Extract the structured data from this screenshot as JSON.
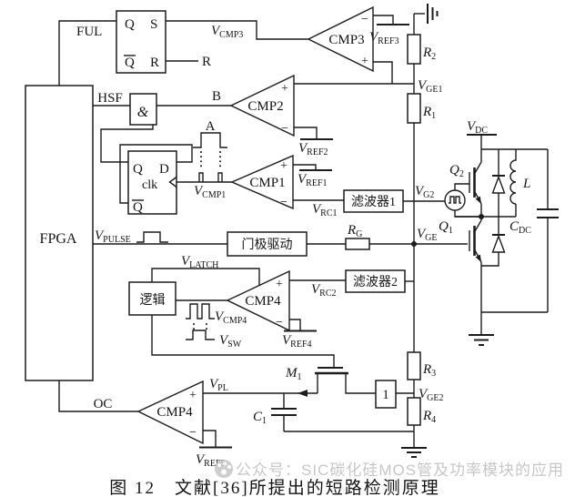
{
  "figure": {
    "caption": "图 12　文献[36]所提出的短路检测原理",
    "watermark": "公众号：SIC碳化硅MOS管及功率模块的应用",
    "line_color": "#1c1c1c",
    "watermark_color": "#bdbdbd"
  },
  "blocks": {
    "fpga": "FPGA",
    "ful_label": "FUL",
    "and_symbol": "&",
    "gate_drive": "门极驱动",
    "logic": "逻辑",
    "filter1": "滤波器1",
    "filter2": "滤波器2",
    "buffer": "1"
  },
  "pins": {
    "q": "Q",
    "s": "S",
    "qbar": "Q",
    "r": "R",
    "d": "D",
    "clk": "clk"
  },
  "comparators": {
    "cmp1": "CMP1",
    "cmp2": "CMP2",
    "cmp3": "CMP3",
    "cmp4": "CMP4",
    "plus": "+",
    "minus": "−"
  },
  "nets": {
    "hsf": "HSF",
    "b": "B",
    "a": "A",
    "r_reset": "R",
    "oc": "OC"
  },
  "signals": {
    "vcmp3": {
      "main": "V",
      "sub": "CMP3"
    },
    "vref3": {
      "main": "V",
      "sub": "REF3"
    },
    "vge1": {
      "main": "V",
      "sub": "GE1"
    },
    "vref2": {
      "main": "V",
      "sub": "REF2"
    },
    "vref1": {
      "main": "V",
      "sub": "REF1"
    },
    "vcmp1": {
      "main": "V",
      "sub": "CMP1"
    },
    "vrc1": {
      "main": "V",
      "sub": "RC1"
    },
    "vg2": {
      "main": "V",
      "sub": "G2"
    },
    "vpulse": {
      "main": "V",
      "sub": "PULSE"
    },
    "vlatch": {
      "main": "V",
      "sub": "LATCH"
    },
    "vrc2": {
      "main": "V",
      "sub": "RC2"
    },
    "vcmp4": {
      "main": "V",
      "sub": "CMP4"
    },
    "vsw": {
      "main": "V",
      "sub": "SW"
    },
    "vref4": {
      "main": "V",
      "sub": "REF4"
    },
    "vge": {
      "main": "V",
      "sub": "GE"
    },
    "vdc": {
      "main": "V",
      "sub": "DC"
    },
    "vge2": {
      "main": "V",
      "sub": "GE2"
    },
    "vpl": {
      "main": "V",
      "sub": "PL"
    },
    "vref5": {
      "main": "V",
      "sub": "REF5"
    }
  },
  "components": {
    "r1": {
      "main": "R",
      "sub": "1"
    },
    "r2": {
      "main": "R",
      "sub": "2"
    },
    "r3": {
      "main": "R",
      "sub": "3"
    },
    "r4": {
      "main": "R",
      "sub": "4"
    },
    "rg": {
      "main": "R",
      "sub": "G"
    },
    "c1": {
      "main": "C",
      "sub": "1"
    },
    "cdc": {
      "main": "C",
      "sub": "DC"
    },
    "q1": {
      "main": "Q",
      "sub": "1"
    },
    "q2": {
      "main": "Q",
      "sub": "2"
    },
    "m1": {
      "main": "M",
      "sub": "1"
    },
    "l": {
      "main": "L",
      "sub": ""
    }
  }
}
